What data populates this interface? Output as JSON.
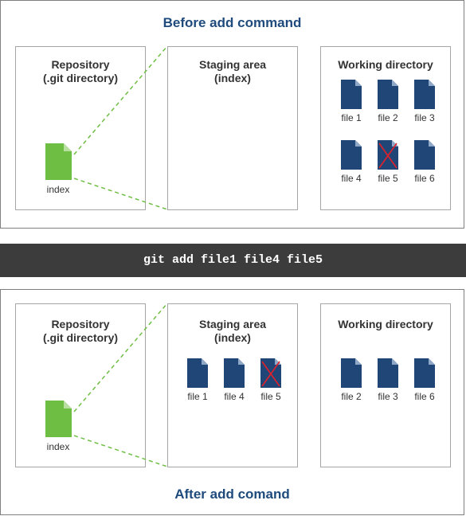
{
  "top": {
    "title": "Before add command",
    "repository": {
      "title": "Repository\n(.git directory)",
      "index_label": "index"
    },
    "staging": {
      "title": "Staging area\n(index)"
    },
    "working": {
      "title": "Working directory",
      "files": [
        {
          "label": "file 1",
          "deleted": false
        },
        {
          "label": "file 2",
          "deleted": false
        },
        {
          "label": "file 3",
          "deleted": false
        },
        {
          "label": "file 4",
          "deleted": false
        },
        {
          "label": "file 5",
          "deleted": true
        },
        {
          "label": "file 6",
          "deleted": false
        }
      ]
    }
  },
  "command": {
    "text": "git add file1 file4 file5"
  },
  "bottom": {
    "title": "After add comand",
    "repository": {
      "title": "Repository\n(.git directory)",
      "index_label": "index"
    },
    "staging": {
      "title": "Staging area\n(index)",
      "files": [
        {
          "label": "file 1",
          "deleted": false
        },
        {
          "label": "file 4",
          "deleted": false
        },
        {
          "label": "file 5",
          "deleted": true
        }
      ]
    },
    "working": {
      "title": "Working directory",
      "files": [
        {
          "label": "file 2",
          "deleted": false
        },
        {
          "label": "file 3",
          "deleted": false
        },
        {
          "label": "file 6",
          "deleted": false
        }
      ]
    }
  },
  "colors": {
    "title": "#1f4a7c",
    "file_icon": "#1f4677",
    "index_icon": "#6fbe44",
    "connector": "#6fbe44",
    "deleted_mark": "#e0202a",
    "command_bar": "#3c3c3c"
  },
  "icons": {
    "file": "document-icon",
    "index": "index-document-icon",
    "deleted": "red-x-mark-icon"
  }
}
